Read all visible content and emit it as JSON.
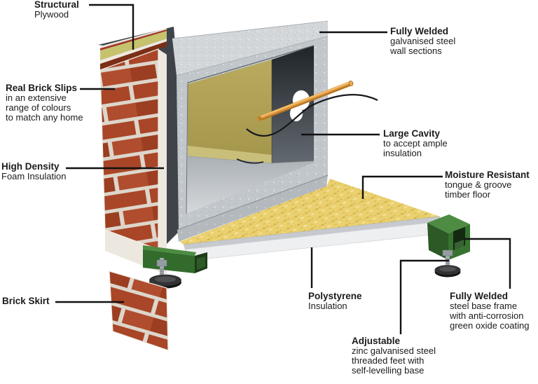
{
  "diagram": {
    "type": "construction-cutaway",
    "background": "#ffffff",
    "colors": {
      "brick_red": "#a94628",
      "mortar": "#ddd6cb",
      "galvanised_steel": "#c2c7cb",
      "chipboard_floor": "#ead06f",
      "polystyrene": "#edeff1",
      "green_oxide": "#387231",
      "cavity_panel": "#b0a155",
      "plywood_edge": "#c6c26d",
      "pipe_orange": "#d8923a",
      "leader_line": "#111111",
      "text": "#1b1b1b"
    }
  },
  "labels": {
    "structural": {
      "title": "Structural",
      "lines": [
        "Plywood"
      ]
    },
    "brick_slips": {
      "title": "Real Brick Slips",
      "lines": [
        "in an extensive",
        "range of colours",
        "to match any home"
      ]
    },
    "high_density": {
      "title": "High Density",
      "lines": [
        "Foam Insulation"
      ]
    },
    "brick_skirt": {
      "title": "Brick Skirt",
      "lines": []
    },
    "fully_welded_wall": {
      "title": "Fully Welded",
      "lines": [
        "galvanised steel",
        "wall sections"
      ]
    },
    "large_cavity": {
      "title": "Large Cavity",
      "lines": [
        "to accept ample",
        "insulation"
      ]
    },
    "moisture_resistant": {
      "title": "Moisture Resistant",
      "lines": [
        "tongue & groove",
        "timber floor"
      ]
    },
    "polystyrene": {
      "title": "Polystyrene",
      "lines": [
        "Insulation"
      ]
    },
    "fully_welded_base": {
      "title": "Fully Welded",
      "lines": [
        "steel base frame",
        "with anti-corrosion",
        "green oxide coating"
      ]
    },
    "adjustable": {
      "title": "Adjustable",
      "lines": [
        "zinc galvanised steel",
        "threaded feet with",
        "self-levelling base"
      ]
    }
  }
}
